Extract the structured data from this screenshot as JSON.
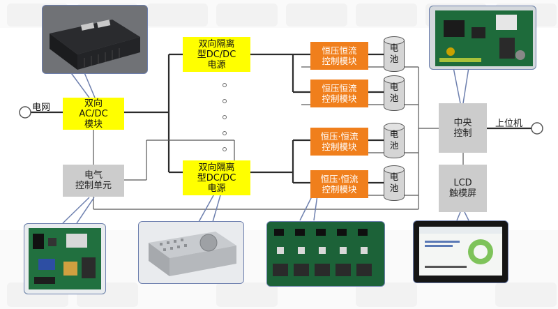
{
  "diagram": {
    "ac_dc": "双向\nAC/DC\n模块",
    "dcdc_top": "双向隔离\n型DC/DC\n电源",
    "dcdc_bottom": "双向隔离\n型DC/DC\n电源",
    "electrical_control": "电气\n控制单元",
    "cc_1": "恒压恒流\n控制模块",
    "cc_2": "恒压恒流\n控制模块",
    "cc_3": "恒压·恒流\n控制模块",
    "cc_4": "恒压·恒流\n控制模块",
    "battery": "电\n池",
    "central": "中央\n控制",
    "lcd": "LCD\n触模屏",
    "grid": "电网",
    "host": "上位机"
  },
  "colors": {
    "yellow": "#ffff00",
    "orange": "#f07f1c",
    "gray": "#cccccc",
    "line": "#2b2b2b",
    "callout": "#6d7fae"
  }
}
